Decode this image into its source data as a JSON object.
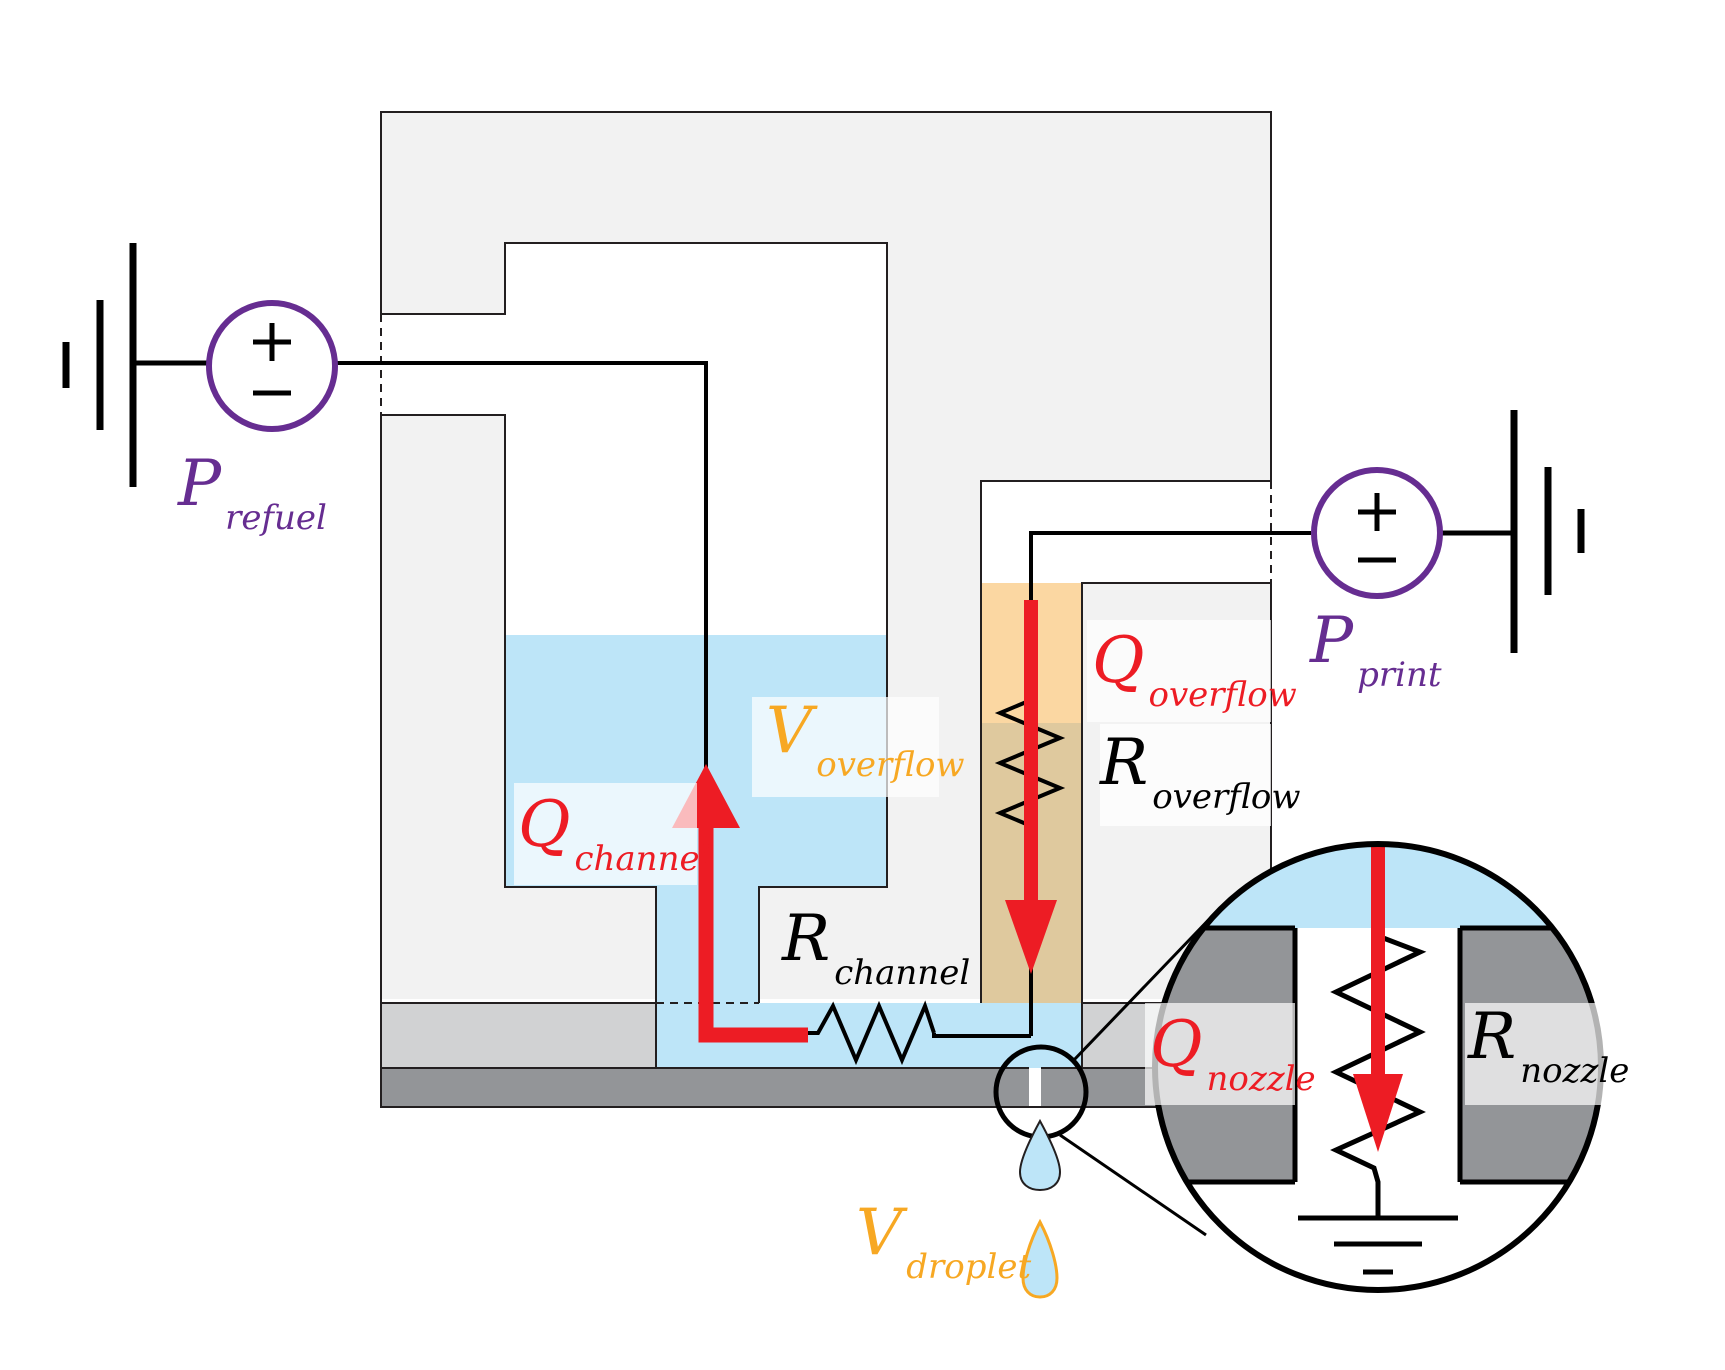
{
  "colors": {
    "block": "#f2f2f2",
    "base_light": "#d1d2d3",
    "base_dark": "#939598",
    "liquid": "#bde5f8",
    "overflow_tube": "#fbd7a2",
    "overflow_tube_lower": "#dfc99e",
    "flow_arrow": "#ed1c24",
    "source": "#662d91",
    "volume_label": "#f7a823",
    "wire": "#000000"
  },
  "labels": {
    "p_refuel": {
      "main": "P",
      "sub": "refuel"
    },
    "p_print": {
      "main": "P",
      "sub": "print"
    },
    "q_channel": {
      "main": "Q",
      "sub": "channel"
    },
    "q_overflow": {
      "main": "Q",
      "sub": "overflow"
    },
    "q_nozzle": {
      "main": "Q",
      "sub": "nozzle"
    },
    "r_channel": {
      "main": "R",
      "sub": "channel"
    },
    "r_overflow": {
      "main": "R",
      "sub": "overflow"
    },
    "r_nozzle": {
      "main": "R",
      "sub": "nozzle"
    },
    "v_overflow": {
      "main": "V",
      "sub": "overflow"
    },
    "v_droplet": {
      "main": "V",
      "sub": "droplet"
    }
  },
  "icons": {
    "source_symbol": "pressure-source-icon",
    "ground_symbol": "ground-icon",
    "droplet_symbol": "droplet-icon",
    "resistor_symbol": "resistor-icon"
  }
}
